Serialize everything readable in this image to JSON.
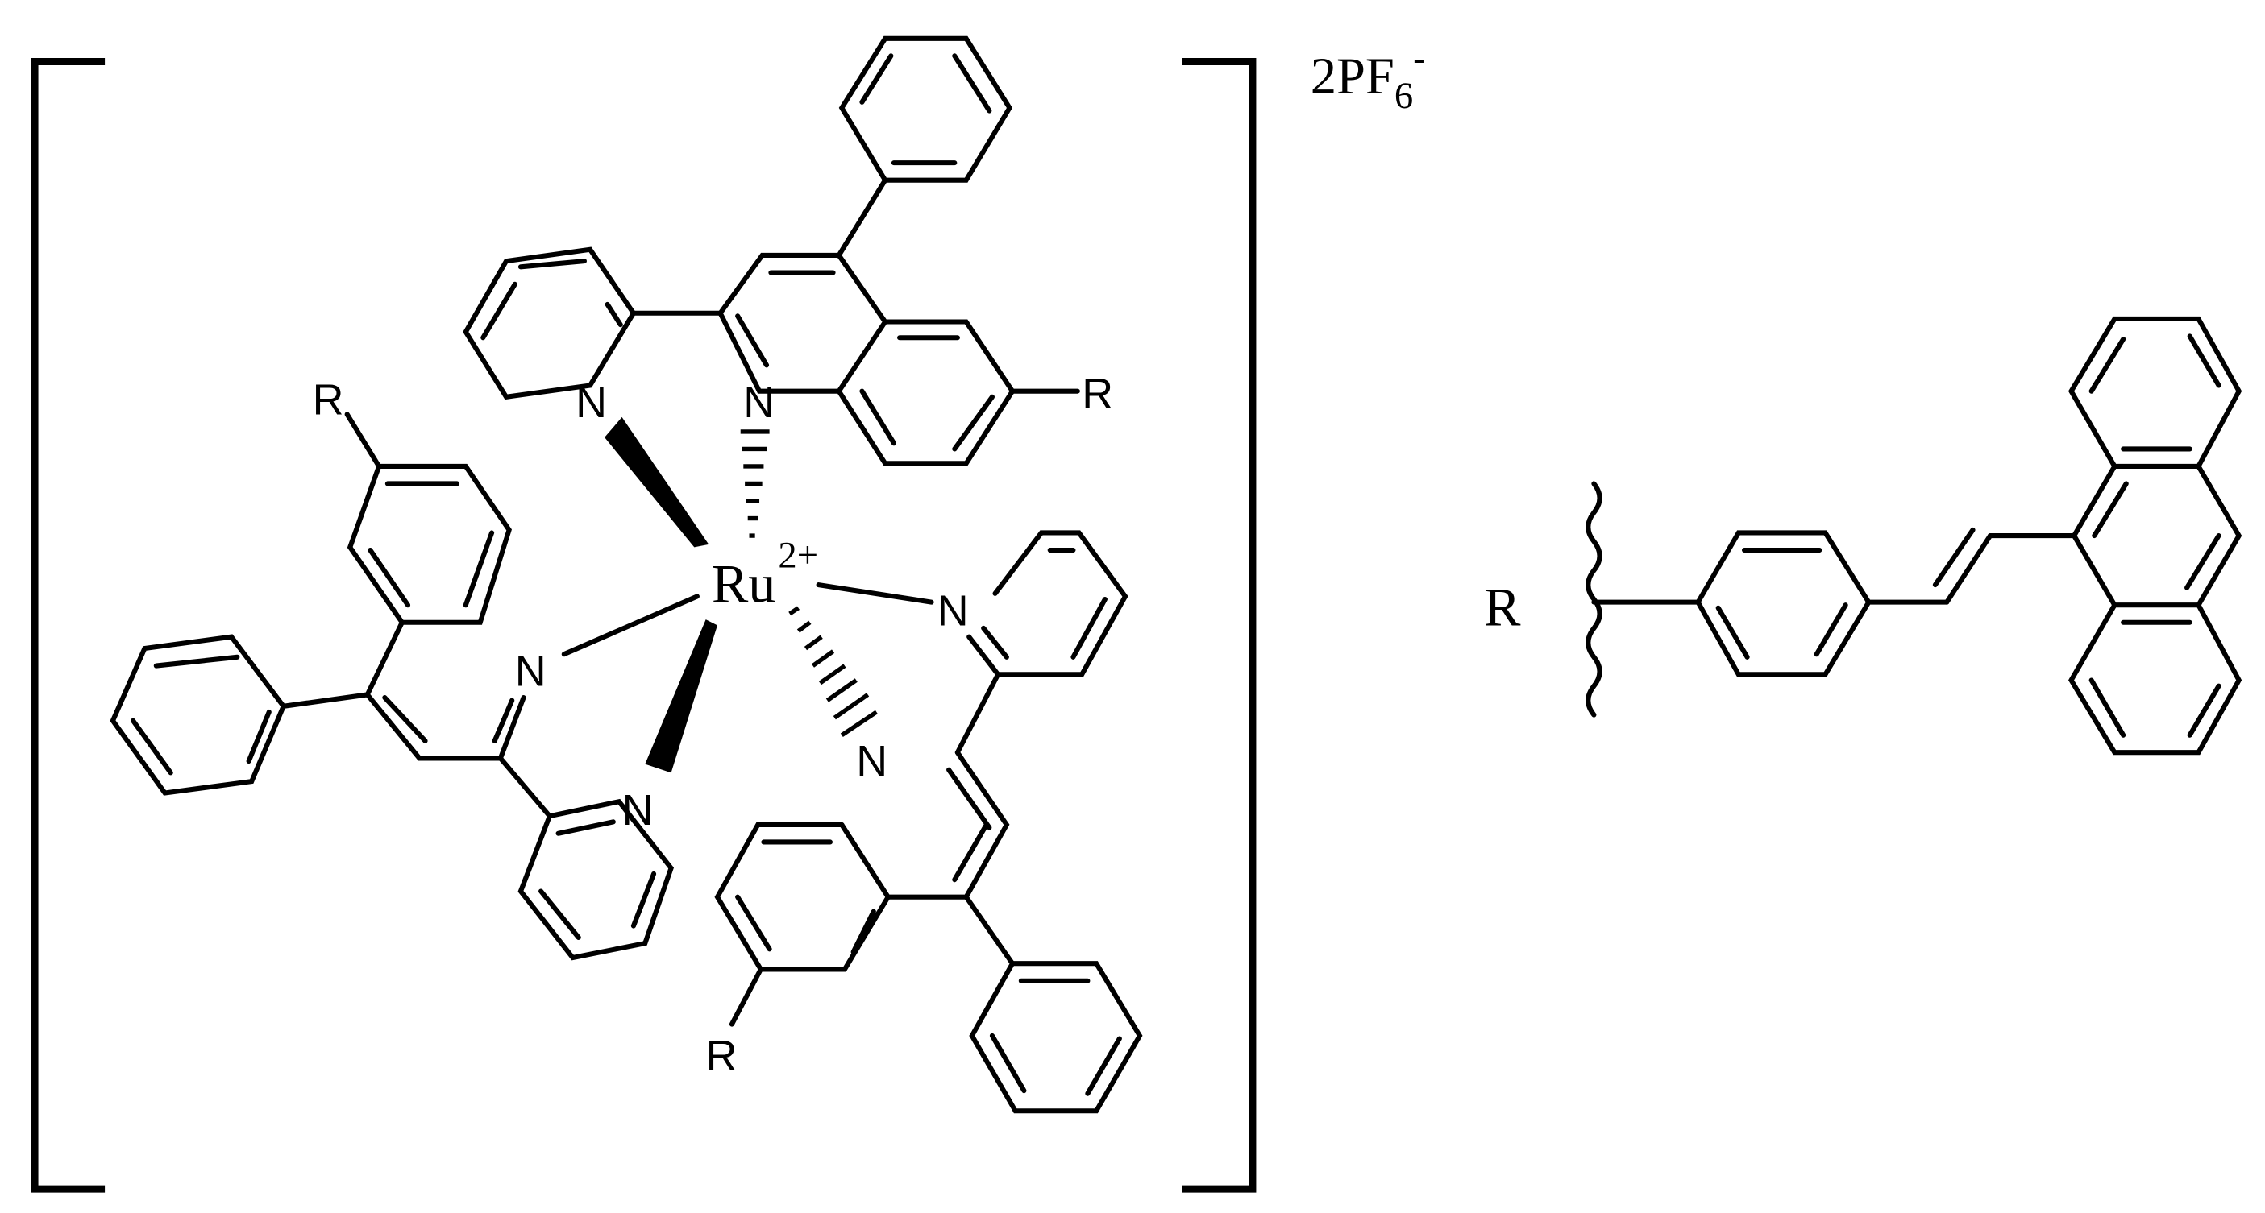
{
  "complex": {
    "metal_symbol": "Ru",
    "metal_charge": "2+",
    "counterion_count": "2",
    "counterion_formula": "PF",
    "counterion_subscript": "6",
    "counterion_charge": "-",
    "nitrogen_label": "N",
    "substituent_label": "R"
  },
  "substituent": {
    "label": "R"
  },
  "colors": {
    "ink": "#000000",
    "background": "#ffffff"
  }
}
